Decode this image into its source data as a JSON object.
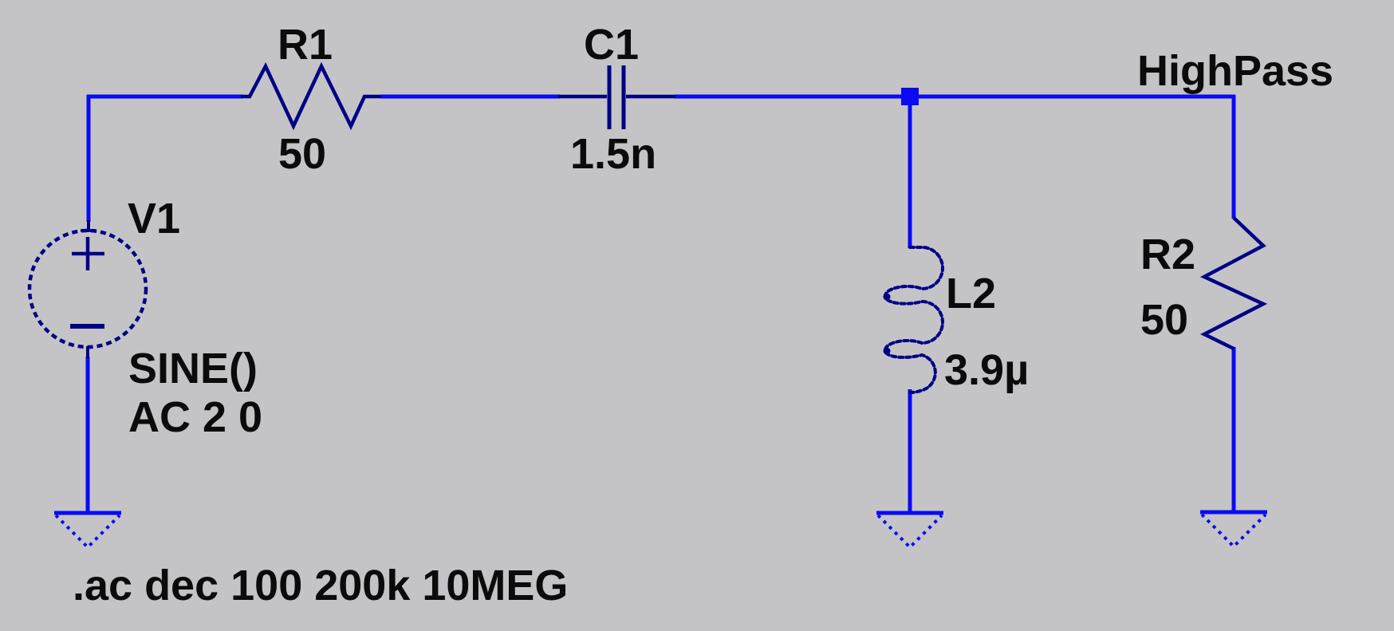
{
  "theme": {
    "background": "#c4c4c6",
    "wire_color": "#0a0af5",
    "symbol_color": "#000087",
    "text_color": "#0b0b0b"
  },
  "schematic": {
    "net_label": "HighPass",
    "spice_directive": ".ac dec 100 200k 10MEG",
    "components": {
      "v1": {
        "designator": "V1",
        "params": {
          "line1": "SINE()",
          "line2": "AC 2 0"
        }
      },
      "r1": {
        "designator": "R1",
        "value": "50"
      },
      "c1": {
        "designator": "C1",
        "value": "1.5n"
      },
      "l2": {
        "designator": "L2",
        "value": "3.9µ"
      },
      "r2": {
        "designator": "R2",
        "value": "50"
      }
    }
  }
}
